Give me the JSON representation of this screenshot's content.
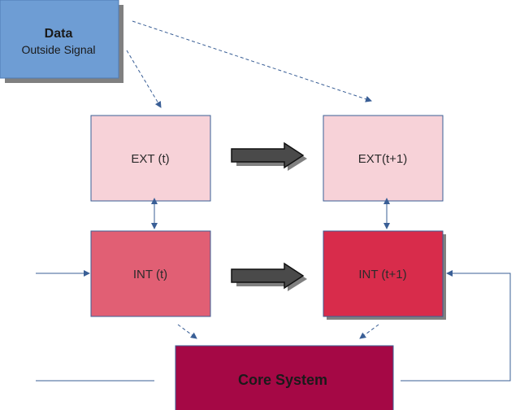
{
  "colors": {
    "data_box": "#6e9dd4",
    "ext_box": "#f7d2d8",
    "int_t_box": "#e15f74",
    "int_t1_box": "#d82c4b",
    "core_box": "#a50845",
    "connector": "#3a5f96",
    "big_arrow": "#4a4a4a",
    "shadow": "#808080"
  },
  "data_box": {
    "title": "Data",
    "subtitle": "Outside Signal"
  },
  "ext_t": {
    "label": "EXT (t)"
  },
  "ext_t1": {
    "label": "EXT(t+1)"
  },
  "int_t": {
    "label": "INT (t)"
  },
  "int_t1": {
    "label": "INT (t+1)"
  },
  "core": {
    "label": "Core System"
  }
}
